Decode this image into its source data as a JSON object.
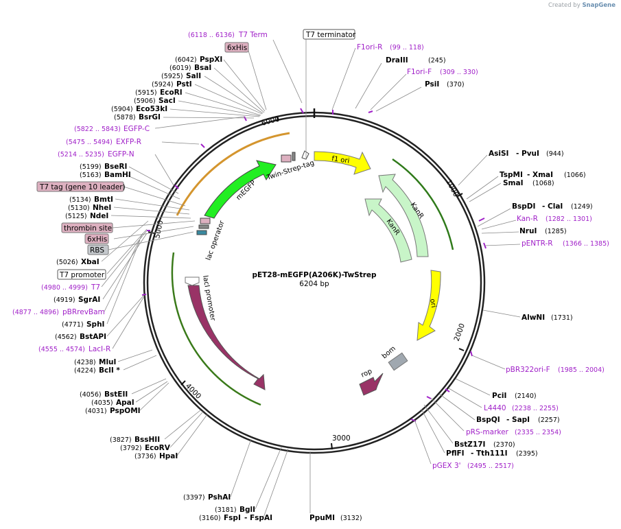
{
  "credit": {
    "prefix": "Created by",
    "brand": "SnapGene"
  },
  "map": {
    "title": "pET28-mEGFP(A206K)-TwStrep",
    "length": "6204 bp"
  },
  "ticks": [
    "1000",
    "2000",
    "3000",
    "4000",
    "5000",
    "6000"
  ],
  "features": {
    "f1ori": "f1 ori",
    "kanr1": "KanR",
    "kanr2": "KanR",
    "ori": "ori",
    "bom": "bom",
    "rop": "rop",
    "laci": "lacI",
    "laci_promoter": "lacI promoter",
    "megfp": "mEGFP",
    "twin_strep": "Twin-Strep-tag",
    "lac_operator": "lac operator"
  },
  "right_labels": {
    "f1ori_r_name": "F1ori-R",
    "f1ori_r_pos": "(99 .. 118)",
    "draiii_name": "DraIII",
    "draiii_pos": "(245)",
    "f1ori_f_name": "F1ori-F",
    "f1ori_f_pos": "(309 .. 330)",
    "psti_r_name": "PsiI",
    "psti_r_pos": "(370)",
    "asisi_name": "AsiSI",
    "pvui_name": "- PvuI",
    "asisi_pos": "(944)",
    "tspmi_name": "TspMI",
    "xmai_name": "- XmaI",
    "tspmi_pos": "(1066)",
    "smai_name": "SmaI",
    "smai_pos": "(1068)",
    "bspdi_name": "BspDI",
    "clai_name": "- ClaI",
    "bspdi_pos": "(1249)",
    "kanr_p_name": "Kan-R",
    "kanr_p_pos": "(1282 .. 1301)",
    "nrui_name": "NruI",
    "nrui_pos": "(1285)",
    "pentr_name": "pENTR-R",
    "pentr_pos": "(1366 .. 1385)",
    "alwni_name": "AlwNI",
    "alwni_pos": "(1731)",
    "pbr_name": "pBR322ori-F",
    "pbr_pos": "(1985 .. 2004)",
    "pcii_name": "PciI",
    "pcii_pos": "(2140)",
    "l4440_name": "L4440",
    "l4440_pos": "(2238 .. 2255)",
    "bspqi_name": "BspQI",
    "sapi_name": "- SapI",
    "bspqi_pos": "(2257)",
    "prs_name": "pRS-marker",
    "prs_pos": "(2335 .. 2354)",
    "bstz_name": "BstZ17I",
    "bstz_pos": "(2370)",
    "pflfi_name": "PflFI",
    "tth_name": "- Tth111I",
    "pflfi_pos": "(2395)",
    "pgex_name": "pGEX 3'",
    "pgex_pos": "(2495 .. 2517)",
    "ppumi_name": "PpuMI",
    "ppumi_pos": "(3132)"
  },
  "top_labels": {
    "t7term_pos": "(6118 .. 6136)",
    "t7term_name": "T7 Term",
    "t7terminator": "T7 terminator"
  },
  "left_labels": {
    "his1": "6xHis",
    "pspxi_pos": "(6042)",
    "pspxi_name": "PspXI",
    "bsai_pos": "(6019)",
    "bsai_name": "BsaI",
    "sali_pos": "(5925)",
    "sali_name": "SalI",
    "psti_pos": "(5924)",
    "psti_name": "PstI",
    "ecori_pos": "(5915)",
    "ecori_name": "EcoRI",
    "saci_pos": "(5906)",
    "saci_name": "SacI",
    "eco53_pos": "(5904)",
    "eco53_name": "Eco53kI",
    "bsrgi_pos": "(5878)",
    "bsrgi_name": "BsrGI",
    "egfpc_pos": "(5822 .. 5843)",
    "egfpc_name": "EGFP-C",
    "exfpr_pos": "(5475 .. 5494)",
    "exfpr_name": "EXFP-R",
    "egfpn_pos": "(5214 .. 5235)",
    "egfpn_name": "EGFP-N",
    "bseri_pos": "(5199)",
    "bseri_name": "BseRI",
    "bamhi_pos": "(5163)",
    "bamhi_name": "BamHI",
    "t7tag": "T7 tag (gene 10 leader)",
    "bmti_pos": "(5134)",
    "bmti_name": "BmtI",
    "nhei_pos": "(5130)",
    "nhei_name": "NheI",
    "ndei_pos": "(5125)",
    "ndei_name": "NdeI",
    "thrombin": "thrombin site",
    "his2": "6xHis",
    "rbs": "RBS",
    "xbai_pos": "(5026)",
    "xbai_name": "XbaI",
    "t7prom": "T7 promoter",
    "t7_pos": "(4980 .. 4999)",
    "t7_name": "T7",
    "sgrai_pos": "(4919)",
    "sgrai_name": "SgrAI",
    "pbrrev_pos": "(4877 .. 4896)",
    "pbrrev_name": "pBRrevBam",
    "sphi_pos": "(4771)",
    "sphi_name": "SphI",
    "bstapi_pos": "(4562)",
    "bstapi_name": "BstAPI",
    "lacir_pos": "(4555 .. 4574)",
    "lacir_name": "LacI-R",
    "mlui_pos": "(4238)",
    "mlui_name": "MluI",
    "bcli_pos": "(4224)",
    "bcli_name": "BclI *",
    "bsteii_pos": "(4056)",
    "bsteii_name": "BstEII",
    "apai_pos": "(4035)",
    "apai_name": "ApaI",
    "pspomi_pos": "(4031)",
    "pspomi_name": "PspOMI",
    "bsshii_pos": "(3827)",
    "bsshii_name": "BssHII",
    "ecorv_pos": "(3792)",
    "ecorv_name": "EcoRV",
    "hpai_pos": "(3736)",
    "hpai_name": "HpaI"
  },
  "bottom_labels": {
    "pshai_pos": "(3397)",
    "pshai_name": "PshAI",
    "bgli_pos": "(3181)",
    "bgli_name": "BglI",
    "fspi_pos": "(3160)",
    "fspi_name": "FspI",
    "fspai_name": "- FspAI"
  },
  "colors": {
    "ring": "#222222",
    "f1ori": "#ffff00",
    "ori": "#ffff00",
    "kanr": "#c8f5c8",
    "laci": "#993366",
    "megfp": "#22ee22",
    "bom": "#a0a8b0",
    "rop": "#993366",
    "primer": "#a020c8",
    "tag_fill": "#ddb0c0"
  }
}
